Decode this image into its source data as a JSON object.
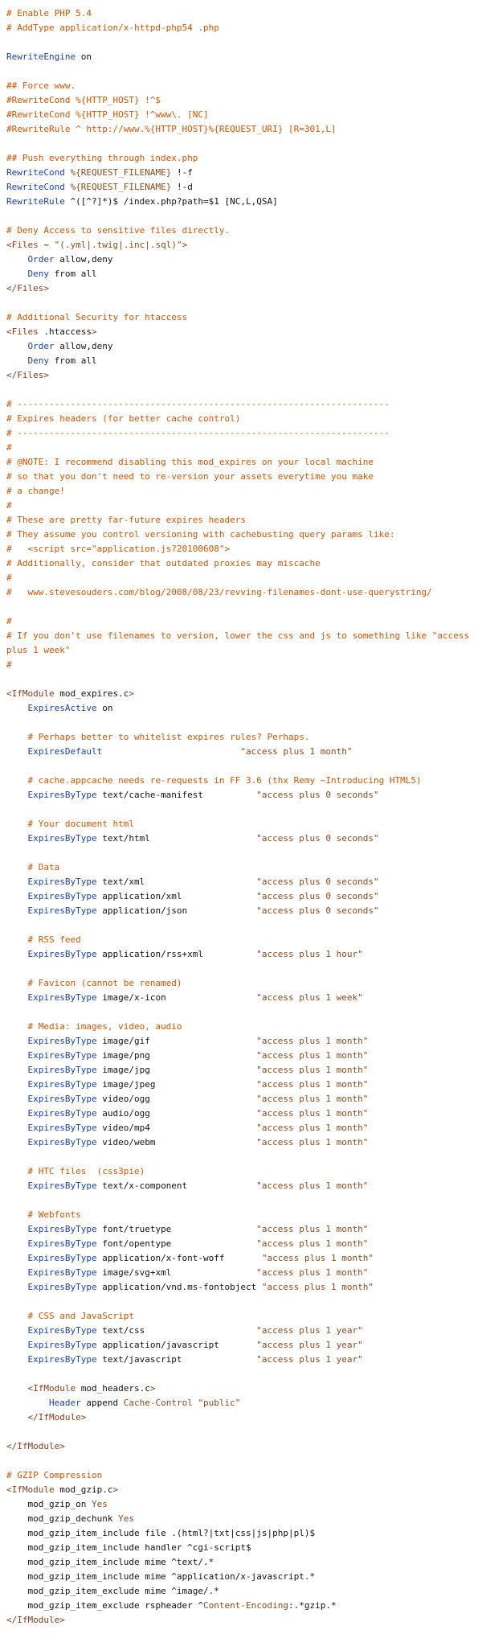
{
  "colors": {
    "comment": "#d35400",
    "keyword": "#1a3fa8",
    "tag": "#8a3b1a",
    "string": "#8a4a1a",
    "text": "#111111",
    "background": "#ffffff"
  },
  "lines": [
    [
      [
        "comment",
        "# Enable PHP 5.4"
      ]
    ],
    [
      [
        "comment",
        "# AddType application/x-httpd-php54 .php"
      ]
    ],
    [],
    [
      [
        "kw",
        "RewriteEngine"
      ],
      [
        "plain",
        " on"
      ]
    ],
    [],
    [
      [
        "comment",
        "## Force www."
      ]
    ],
    [
      [
        "comment",
        "#RewriteCond %{HTTP_HOST} !^$"
      ]
    ],
    [
      [
        "comment",
        "#RewriteCond %{HTTP_HOST} !^www\\. [NC]"
      ]
    ],
    [
      [
        "comment",
        "#RewriteRule ^ http://www.%{HTTP_HOST}%{REQUEST_URI} [R=301,L]"
      ]
    ],
    [],
    [
      [
        "comment",
        "## Push everything through index.php"
      ]
    ],
    [
      [
        "kw",
        "RewriteCond"
      ],
      [
        "plain",
        " "
      ],
      [
        "var",
        "%{REQUEST_FILENAME}"
      ],
      [
        "plain",
        " !-f"
      ]
    ],
    [
      [
        "kw",
        "RewriteCond"
      ],
      [
        "plain",
        " "
      ],
      [
        "var",
        "%{REQUEST_FILENAME}"
      ],
      [
        "plain",
        " !-d"
      ]
    ],
    [
      [
        "kw",
        "RewriteRule"
      ],
      [
        "plain",
        " ^([^?]*)$ /index.php?path=$1 [NC,L,QSA]"
      ]
    ],
    [],
    [
      [
        "comment",
        "# Deny Access to sensitive files directly."
      ]
    ],
    [
      [
        "tag",
        "<Files"
      ],
      [
        "plain",
        " ~ "
      ],
      [
        "str",
        "\"(.yml|.twig|.inc|.sql)\""
      ],
      [
        "tag",
        ">"
      ]
    ],
    [
      [
        "plain",
        "    "
      ],
      [
        "kw",
        "Order"
      ],
      [
        "plain",
        " allow,deny"
      ]
    ],
    [
      [
        "plain",
        "    "
      ],
      [
        "kw",
        "Deny"
      ],
      [
        "plain",
        " from all"
      ]
    ],
    [
      [
        "tag",
        "</Files>"
      ]
    ],
    [],
    [
      [
        "comment",
        "# Additional Security for htaccess"
      ]
    ],
    [
      [
        "tag",
        "<Files"
      ],
      [
        "plain",
        " .htaccess"
      ],
      [
        "tag",
        ">"
      ]
    ],
    [
      [
        "plain",
        "    "
      ],
      [
        "kw",
        "Order"
      ],
      [
        "plain",
        " allow,deny"
      ]
    ],
    [
      [
        "plain",
        "    "
      ],
      [
        "kw",
        "Deny"
      ],
      [
        "plain",
        " from all"
      ]
    ],
    [
      [
        "tag",
        "</Files>"
      ]
    ],
    [],
    [
      [
        "comment",
        "# ----------------------------------------------------------------------"
      ]
    ],
    [
      [
        "comment",
        "# Expires headers (for better cache control)"
      ]
    ],
    [
      [
        "comment",
        "# ----------------------------------------------------------------------"
      ]
    ],
    [
      [
        "comment",
        "#"
      ]
    ],
    [
      [
        "comment",
        "# @NOTE: I recommend disabling this mod_expires on your local machine"
      ]
    ],
    [
      [
        "comment",
        "# so that you don't need to re-version your assets everytime you make"
      ]
    ],
    [
      [
        "comment",
        "# a change!"
      ]
    ],
    [
      [
        "comment",
        "#"
      ]
    ],
    [
      [
        "comment",
        "# These are pretty far-future expires headers"
      ]
    ],
    [
      [
        "comment",
        "# They assume you control versioning with cachebusting query params like:"
      ]
    ],
    [
      [
        "comment",
        "#   <script src=\"application.js?20100608\">"
      ]
    ],
    [
      [
        "comment",
        "# Additionally, consider that outdated proxies may miscache"
      ]
    ],
    [
      [
        "comment",
        "#"
      ]
    ],
    [
      [
        "comment",
        "#   www.stevesouders.com/blog/2008/08/23/revving-filenames-dont-use-querystring/"
      ]
    ],
    [],
    [
      [
        "comment",
        "#"
      ]
    ],
    [
      [
        "comment",
        "# If you don't use filenames to version, lower the css and js to something like \"access plus 1 week\""
      ]
    ],
    [
      [
        "comment",
        "#"
      ]
    ],
    [],
    [
      [
        "tag",
        "<IfModule"
      ],
      [
        "plain",
        " mod_expires.c"
      ],
      [
        "tag",
        ">"
      ]
    ],
    [
      [
        "plain",
        "    "
      ],
      [
        "kw",
        "ExpiresActive"
      ],
      [
        "plain",
        " on"
      ]
    ],
    [],
    [
      [
        "plain",
        "    "
      ],
      [
        "comment",
        "# Perhaps better to whitelist expires rules? Perhaps."
      ]
    ],
    [
      [
        "plain",
        "    "
      ],
      [
        "kw",
        "ExpiresDefault"
      ],
      [
        "plain",
        "                          "
      ],
      [
        "str",
        "\"access plus 1 month\""
      ]
    ],
    [],
    [
      [
        "plain",
        "    "
      ],
      [
        "comment",
        "# cache.appcache needs re-requests in FF 3.6 (thx Remy ~Introducing HTML5)"
      ]
    ],
    [
      [
        "plain",
        "    "
      ],
      [
        "kw",
        "ExpiresByType"
      ],
      [
        "plain",
        " text/cache-manifest          "
      ],
      [
        "str",
        "\"access plus 0 seconds\""
      ]
    ],
    [],
    [
      [
        "plain",
        "    "
      ],
      [
        "comment",
        "# Your document html"
      ]
    ],
    [
      [
        "plain",
        "    "
      ],
      [
        "kw",
        "ExpiresByType"
      ],
      [
        "plain",
        " text/html                    "
      ],
      [
        "str",
        "\"access plus 0 seconds\""
      ]
    ],
    [],
    [
      [
        "plain",
        "    "
      ],
      [
        "comment",
        "# Data"
      ]
    ],
    [
      [
        "plain",
        "    "
      ],
      [
        "kw",
        "ExpiresByType"
      ],
      [
        "plain",
        " text/xml                     "
      ],
      [
        "str",
        "\"access plus 0 seconds\""
      ]
    ],
    [
      [
        "plain",
        "    "
      ],
      [
        "kw",
        "ExpiresByType"
      ],
      [
        "plain",
        " application/xml              "
      ],
      [
        "str",
        "\"access plus 0 seconds\""
      ]
    ],
    [
      [
        "plain",
        "    "
      ],
      [
        "kw",
        "ExpiresByType"
      ],
      [
        "plain",
        " application/json             "
      ],
      [
        "str",
        "\"access plus 0 seconds\""
      ]
    ],
    [],
    [
      [
        "plain",
        "    "
      ],
      [
        "comment",
        "# RSS feed"
      ]
    ],
    [
      [
        "plain",
        "    "
      ],
      [
        "kw",
        "ExpiresByType"
      ],
      [
        "plain",
        " application/rss+xml          "
      ],
      [
        "str",
        "\"access plus 1 hour\""
      ]
    ],
    [],
    [
      [
        "plain",
        "    "
      ],
      [
        "comment",
        "# Favicon (cannot be renamed)"
      ]
    ],
    [
      [
        "plain",
        "    "
      ],
      [
        "kw",
        "ExpiresByType"
      ],
      [
        "plain",
        " image/x-icon                 "
      ],
      [
        "str",
        "\"access plus 1 week\""
      ]
    ],
    [],
    [
      [
        "plain",
        "    "
      ],
      [
        "comment",
        "# Media: images, video, audio"
      ]
    ],
    [
      [
        "plain",
        "    "
      ],
      [
        "kw",
        "ExpiresByType"
      ],
      [
        "plain",
        " image/gif                    "
      ],
      [
        "str",
        "\"access plus 1 month\""
      ]
    ],
    [
      [
        "plain",
        "    "
      ],
      [
        "kw",
        "ExpiresByType"
      ],
      [
        "plain",
        " image/png                    "
      ],
      [
        "str",
        "\"access plus 1 month\""
      ]
    ],
    [
      [
        "plain",
        "    "
      ],
      [
        "kw",
        "ExpiresByType"
      ],
      [
        "plain",
        " image/jpg                    "
      ],
      [
        "str",
        "\"access plus 1 month\""
      ]
    ],
    [
      [
        "plain",
        "    "
      ],
      [
        "kw",
        "ExpiresByType"
      ],
      [
        "plain",
        " image/jpeg                   "
      ],
      [
        "str",
        "\"access plus 1 month\""
      ]
    ],
    [
      [
        "plain",
        "    "
      ],
      [
        "kw",
        "ExpiresByType"
      ],
      [
        "plain",
        " video/ogg                    "
      ],
      [
        "str",
        "\"access plus 1 month\""
      ]
    ],
    [
      [
        "plain",
        "    "
      ],
      [
        "kw",
        "ExpiresByType"
      ],
      [
        "plain",
        " audio/ogg                    "
      ],
      [
        "str",
        "\"access plus 1 month\""
      ]
    ],
    [
      [
        "plain",
        "    "
      ],
      [
        "kw",
        "ExpiresByType"
      ],
      [
        "plain",
        " video/mp4                    "
      ],
      [
        "str",
        "\"access plus 1 month\""
      ]
    ],
    [
      [
        "plain",
        "    "
      ],
      [
        "kw",
        "ExpiresByType"
      ],
      [
        "plain",
        " video/webm                   "
      ],
      [
        "str",
        "\"access plus 1 month\""
      ]
    ],
    [],
    [
      [
        "plain",
        "    "
      ],
      [
        "comment",
        "# HTC files  (css3pie)"
      ]
    ],
    [
      [
        "plain",
        "    "
      ],
      [
        "kw",
        "ExpiresByType"
      ],
      [
        "plain",
        " text/x-component             "
      ],
      [
        "str",
        "\"access plus 1 month\""
      ]
    ],
    [],
    [
      [
        "plain",
        "    "
      ],
      [
        "comment",
        "# Webfonts"
      ]
    ],
    [
      [
        "plain",
        "    "
      ],
      [
        "kw",
        "ExpiresByType"
      ],
      [
        "plain",
        " font/truetype                "
      ],
      [
        "str",
        "\"access plus 1 month\""
      ]
    ],
    [
      [
        "plain",
        "    "
      ],
      [
        "kw",
        "ExpiresByType"
      ],
      [
        "plain",
        " font/opentype                "
      ],
      [
        "str",
        "\"access plus 1 month\""
      ]
    ],
    [
      [
        "plain",
        "    "
      ],
      [
        "kw",
        "ExpiresByType"
      ],
      [
        "plain",
        " application/x-font-woff       "
      ],
      [
        "str",
        "\"access plus 1 month\""
      ]
    ],
    [
      [
        "plain",
        "    "
      ],
      [
        "kw",
        "ExpiresByType"
      ],
      [
        "plain",
        " image/svg+xml                "
      ],
      [
        "str",
        "\"access plus 1 month\""
      ]
    ],
    [
      [
        "plain",
        "    "
      ],
      [
        "kw",
        "ExpiresByType"
      ],
      [
        "plain",
        " application/vnd.ms-fontobject "
      ],
      [
        "str",
        "\"access plus 1 month\""
      ]
    ],
    [],
    [
      [
        "plain",
        "    "
      ],
      [
        "comment",
        "# CSS and JavaScript"
      ]
    ],
    [
      [
        "plain",
        "    "
      ],
      [
        "kw",
        "ExpiresByType"
      ],
      [
        "plain",
        " text/css                     "
      ],
      [
        "str",
        "\"access plus 1 year\""
      ]
    ],
    [
      [
        "plain",
        "    "
      ],
      [
        "kw",
        "ExpiresByType"
      ],
      [
        "plain",
        " application/javascript       "
      ],
      [
        "str",
        "\"access plus 1 year\""
      ]
    ],
    [
      [
        "plain",
        "    "
      ],
      [
        "kw",
        "ExpiresByType"
      ],
      [
        "plain",
        " text/javascript              "
      ],
      [
        "str",
        "\"access plus 1 year\""
      ]
    ],
    [],
    [
      [
        "plain",
        "    "
      ],
      [
        "tag",
        "<IfModule"
      ],
      [
        "plain",
        " mod_headers.c"
      ],
      [
        "tag",
        ">"
      ]
    ],
    [
      [
        "plain",
        "        "
      ],
      [
        "kw",
        "Header"
      ],
      [
        "plain",
        " append "
      ],
      [
        "var",
        "Cache-Control"
      ],
      [
        "plain",
        " "
      ],
      [
        "str",
        "\"public\""
      ]
    ],
    [
      [
        "plain",
        "    "
      ],
      [
        "tag",
        "</IfModule>"
      ]
    ],
    [],
    [
      [
        "tag",
        "</IfModule>"
      ]
    ],
    [],
    [
      [
        "comment",
        "# GZIP Compression"
      ]
    ],
    [
      [
        "tag",
        "<IfModule"
      ],
      [
        "plain",
        " mod_gzip.c"
      ],
      [
        "tag",
        ">"
      ]
    ],
    [
      [
        "plain",
        "    mod_gzip_on "
      ],
      [
        "var",
        "Yes"
      ]
    ],
    [
      [
        "plain",
        "    mod_gzip_dechunk "
      ],
      [
        "var",
        "Yes"
      ]
    ],
    [
      [
        "plain",
        "    mod_gzip_item_include file .(html?|txt|css|js|php|pl)$"
      ]
    ],
    [
      [
        "plain",
        "    mod_gzip_item_include handler ^cgi-script$"
      ]
    ],
    [
      [
        "plain",
        "    mod_gzip_item_include mime ^text/.*"
      ]
    ],
    [
      [
        "plain",
        "    mod_gzip_item_include mime ^application/x-javascript.*"
      ]
    ],
    [
      [
        "plain",
        "    mod_gzip_item_exclude mime ^image/.*"
      ]
    ],
    [
      [
        "plain",
        "    mod_gzip_item_exclude rspheader ^"
      ],
      [
        "var",
        "Content-Encoding"
      ],
      [
        "plain",
        ":.*gzip.*"
      ]
    ],
    [
      [
        "tag",
        "</IfModule>"
      ]
    ]
  ]
}
